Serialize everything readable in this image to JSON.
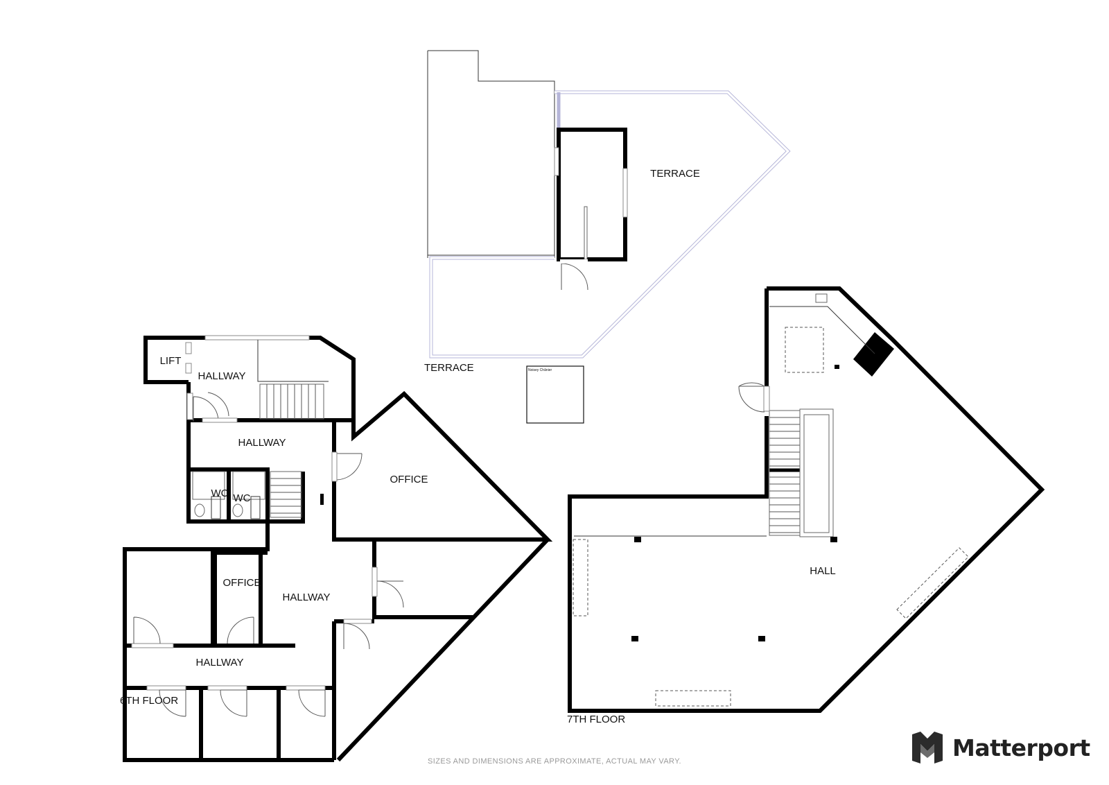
{
  "floors": {
    "sixth": "6TH FLOOR",
    "seventh": "7TH FLOOR"
  },
  "rooms": {
    "lift": "LIFT",
    "hallway_top": "HALLWAY",
    "hallway_mid": "HALLWAY",
    "wc_left": "WC",
    "wc_right": "WC",
    "office_triangle": "OFFICE",
    "office_small": "OFFICE",
    "hallway_center": "HALLWAY",
    "hallway_bottom": "HALLWAY",
    "terrace_upper": "TERRACE",
    "terrace_lower": "TERRACE",
    "hall": "HALL"
  },
  "fixture_note": "Noisey Chânier",
  "disclaimer": "SIZES AND DIMENSIONS ARE APPROXIMATE, ACTUAL MAY VARY.",
  "brand": {
    "name": "Matterport",
    "logo_icon": "matterport-logo-icon"
  }
}
